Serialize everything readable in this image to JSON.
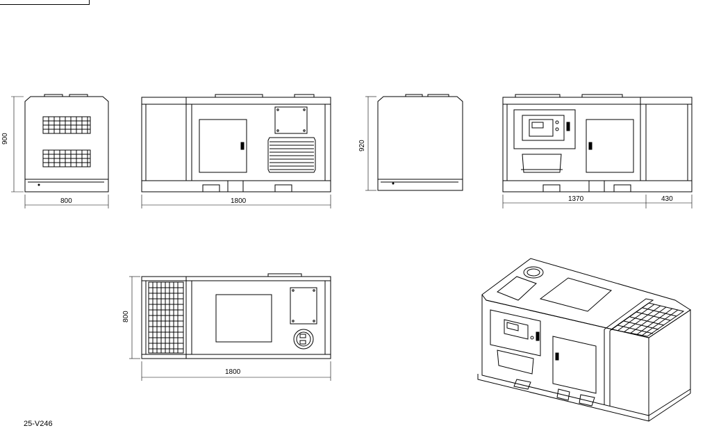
{
  "drawing_number": "25-V246",
  "dimensions": {
    "front_width": "800",
    "front_height": "900",
    "side_length": "1800",
    "rear_height": "920",
    "right_side_main": "1370",
    "right_side_end": "430",
    "top_depth": "800",
    "top_length": "1800"
  },
  "colors": {
    "line": "#000000",
    "background": "#ffffff"
  }
}
